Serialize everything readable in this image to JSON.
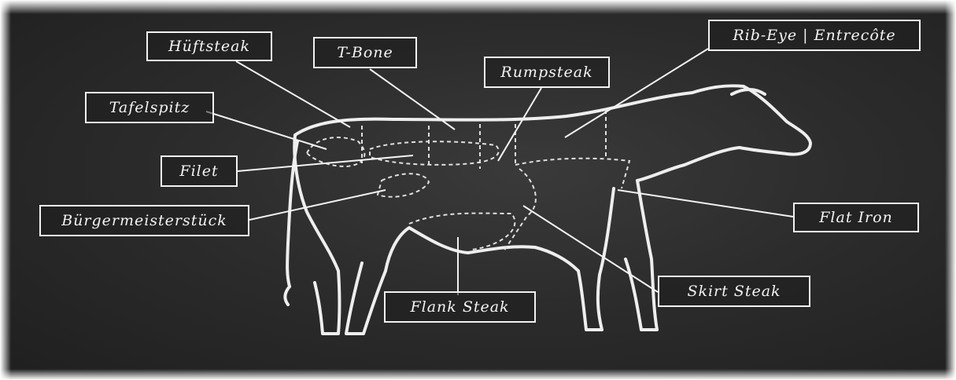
{
  "colors": {
    "chalkboard": "#2c2c2c",
    "chalk": "#f2f2f2"
  },
  "labels": {
    "hueftsteak": "Hüftsteak",
    "tbone": "T-Bone",
    "rumpsteak": "Rumpsteak",
    "ribeye": "Rib-Eye | Entrecôte",
    "tafelspitz": "Tafelspitz",
    "filet": "Filet",
    "buergermeisterstueck": "Bürgermeisterstück",
    "flat_iron": "Flat Iron",
    "skirt_steak": "Skirt Steak",
    "flank_steak": "Flank Steak"
  }
}
